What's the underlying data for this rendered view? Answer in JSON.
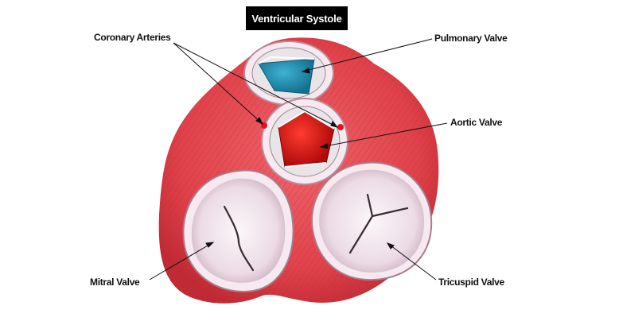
{
  "title": "Ventricular Systole",
  "labels": {
    "coronary_arteries": "Coronary Arteries",
    "pulmonary_valve": "Pulmonary Valve",
    "aortic_valve": "Aortic Valve",
    "mitral_valve": "Mitral Valve",
    "tricuspid_valve": "Tricuspid Valve"
  },
  "colors": {
    "heart_red": "#e0424a",
    "heart_dark": "#b8202c",
    "pulmonary_blue": "#1f8fb5",
    "aortic_red": "#e01818",
    "valve_pink": "#f3e6ee",
    "title_bg": "#000000"
  }
}
